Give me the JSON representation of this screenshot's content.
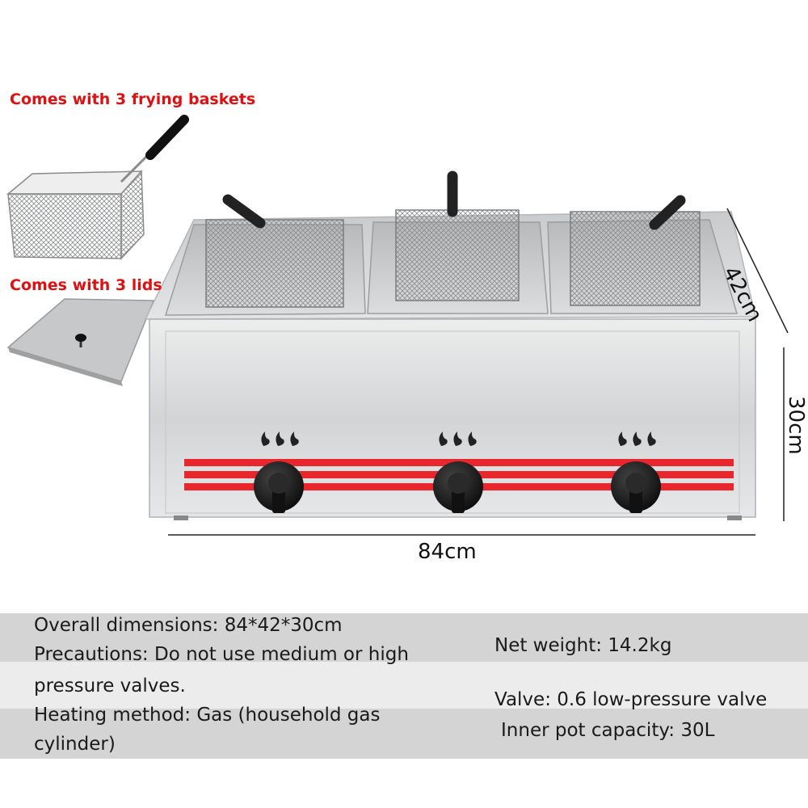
{
  "callouts": {
    "baskets": "Comes with 3 frying baskets",
    "lids": "Comes with 3 lids"
  },
  "dimensions": {
    "depth": "42cm",
    "height": "30cm",
    "width": "84cm"
  },
  "specs": {
    "overall_dimensions": "Overall dimensions: 84*42*30cm",
    "precautions_line1": "Precautions: Do not use medium or high",
    "precautions_line2": "pressure valves.",
    "heating_line1": "Heating method: Gas (household gas",
    "heating_line2": "cylinder)",
    "net_weight": "Net weight: 14.2kg",
    "valve": "Valve: 0.6 low-pressure valve",
    "capacity": "Inner pot capacity: 30L"
  },
  "colors": {
    "accent_red": "#e01010",
    "stripe_red": "#e8262c",
    "steel": "#d9dadc",
    "band_gray": "#d4d4d4"
  },
  "icons": [
    "frying-basket-image",
    "lid-image",
    "fryer-image",
    "flame-icon",
    "control-knob"
  ]
}
